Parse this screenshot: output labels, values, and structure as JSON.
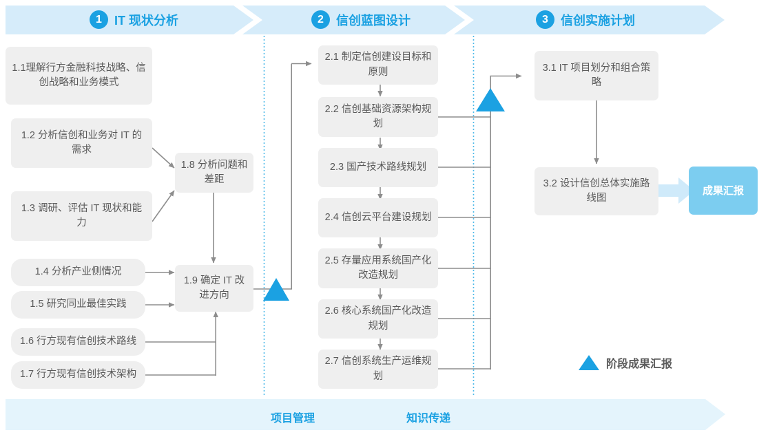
{
  "header": {
    "phases": [
      {
        "num": "1",
        "label": "IT 现状分析"
      },
      {
        "num": "2",
        "label": "信创蓝图设计"
      },
      {
        "num": "3",
        "label": "信创实施计划"
      }
    ]
  },
  "phase1": {
    "nodes": [
      {
        "id": "1.1",
        "label": "1.1理解行方金融科技战略、信创战略和业务模式"
      },
      {
        "id": "1.2",
        "label": "1.2 分析信创和业务对 IT 的需求"
      },
      {
        "id": "1.3",
        "label": "1.3 调研、评估 IT 现状和能力"
      },
      {
        "id": "1.4",
        "label": "1.4 分析产业侧情况"
      },
      {
        "id": "1.5",
        "label": "1.5 研究同业最佳实践"
      },
      {
        "id": "1.6",
        "label": "1.6 行方现有信创技术路线"
      },
      {
        "id": "1.7",
        "label": "1.7 行方现有信创技术架构"
      },
      {
        "id": "1.8",
        "label": "1.8 分析问题和差距"
      },
      {
        "id": "1.9",
        "label": "1.9 确定 IT 改进方向"
      }
    ]
  },
  "phase2": {
    "nodes": [
      {
        "id": "2.1",
        "label": "2.1 制定信创建设目标和原则"
      },
      {
        "id": "2.2",
        "label": "2.2 信创基础资源架构规划"
      },
      {
        "id": "2.3",
        "label": "2.3 国产技术路线规划"
      },
      {
        "id": "2.4",
        "label": "2.4 信创云平台建设规划"
      },
      {
        "id": "2.5",
        "label": "2.5 存量应用系统国产化改造规划"
      },
      {
        "id": "2.6",
        "label": "2.6 核心系统国产化改造规划"
      },
      {
        "id": "2.7",
        "label": "2.7 信创系统生产运维规划"
      }
    ]
  },
  "phase3": {
    "nodes": [
      {
        "id": "3.1",
        "label": "3.1 IT 项目划分和组合策略"
      },
      {
        "id": "3.2",
        "label": "3.2 设计信创总体实施路线图"
      }
    ],
    "result": "成果汇报"
  },
  "legend": {
    "milestone": "阶段成果汇报"
  },
  "footer": {
    "items": [
      "项目管理",
      "知识传递"
    ]
  },
  "colors": {
    "accent": "#1ba1e2",
    "header_band": "#d6ecfa",
    "footer_band": "#e4f4fc",
    "node_fill": "#efefef",
    "node_text": "#5a5a5a",
    "connector": "#8d8d8d",
    "result_fill": "#7ccdf0",
    "result_arrow": "#cfeafa"
  }
}
